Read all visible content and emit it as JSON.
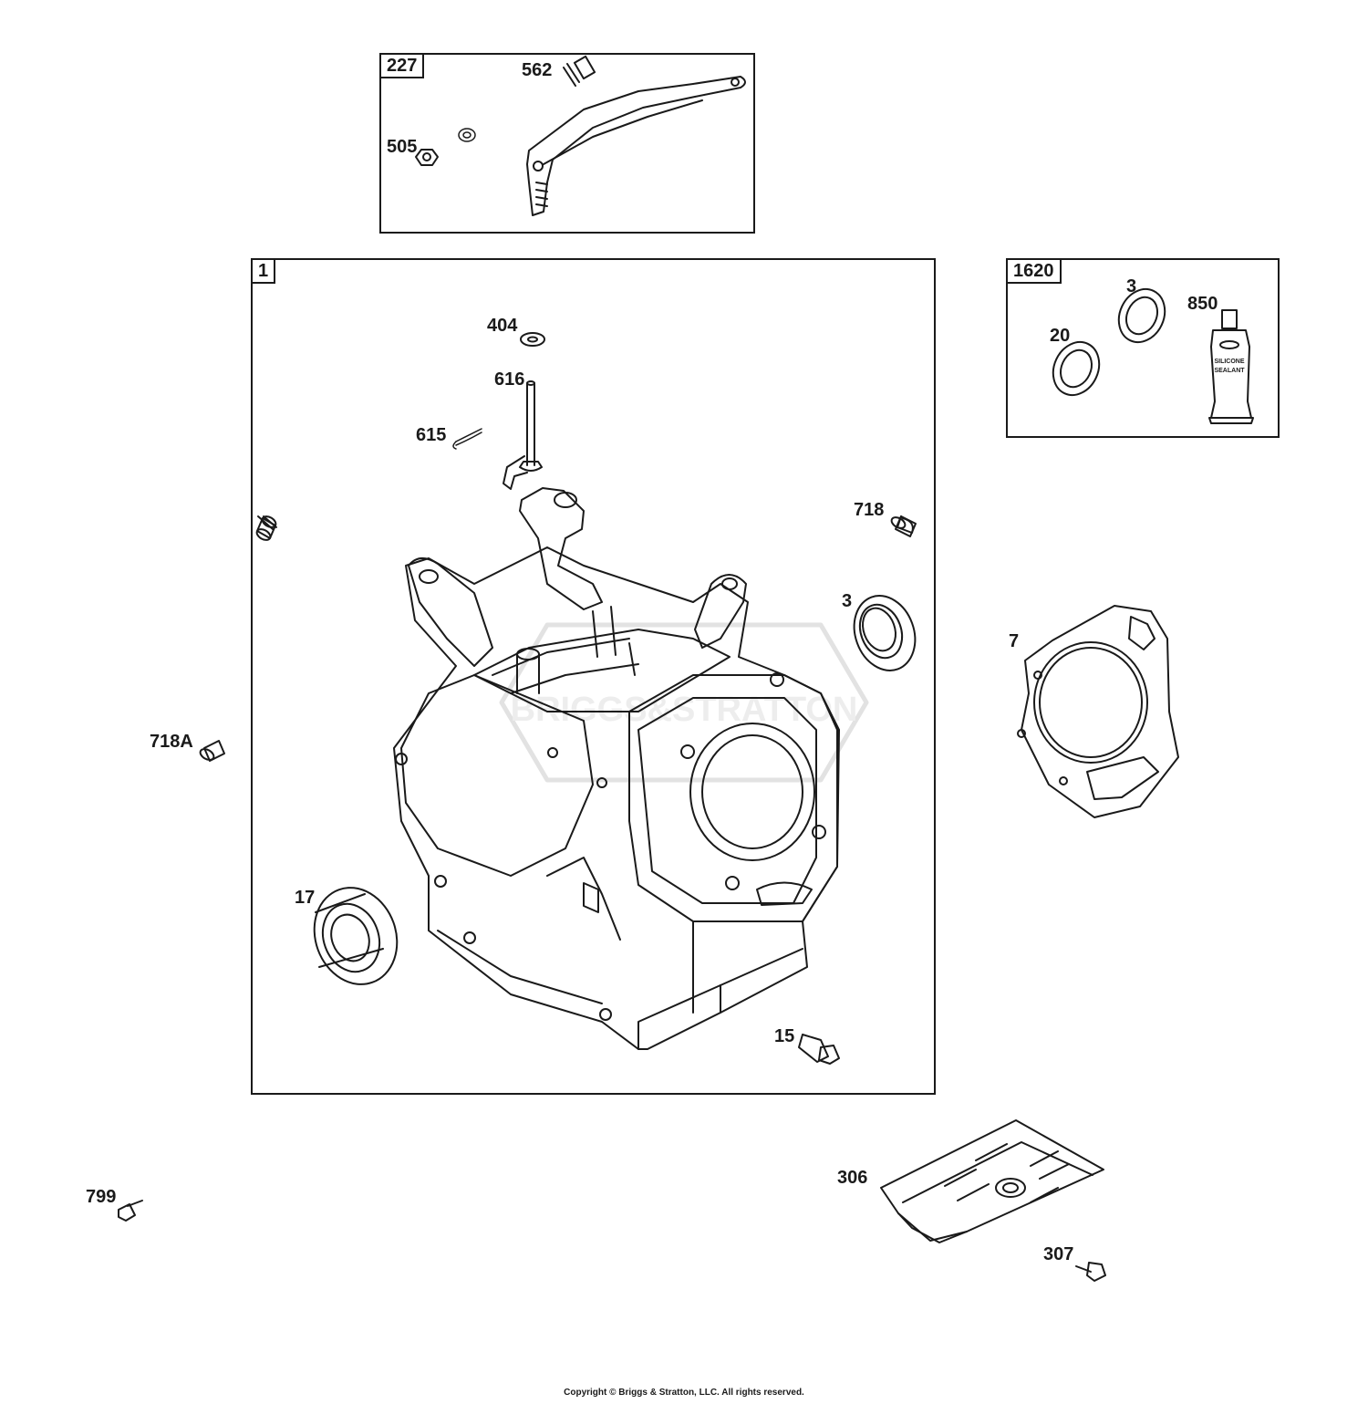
{
  "kits": [
    {
      "id": "kit-227",
      "label": "227"
    },
    {
      "id": "kit-1",
      "label": "1"
    },
    {
      "id": "kit-1620",
      "label": "1620"
    }
  ],
  "callouts": {
    "c562": "562",
    "c505": "505",
    "c404": "404",
    "c616": "616",
    "c615": "615",
    "c718": "718",
    "c3_main": "3",
    "c718A": "718A",
    "c17": "17",
    "c15": "15",
    "c20": "20",
    "c3_kit": "3",
    "c850": "850",
    "c7": "7",
    "c306": "306",
    "c307": "307",
    "c799": "799"
  },
  "tube_label": {
    "line1": "SILICONE",
    "line2": "SEALANT"
  },
  "watermark": "BRIGGS&STRATTON",
  "copyright": "Copyright © Briggs & Stratton, LLC. All rights reserved.",
  "colors": {
    "ink": "#1a1a1a",
    "watermark": "#e6e6e6"
  }
}
